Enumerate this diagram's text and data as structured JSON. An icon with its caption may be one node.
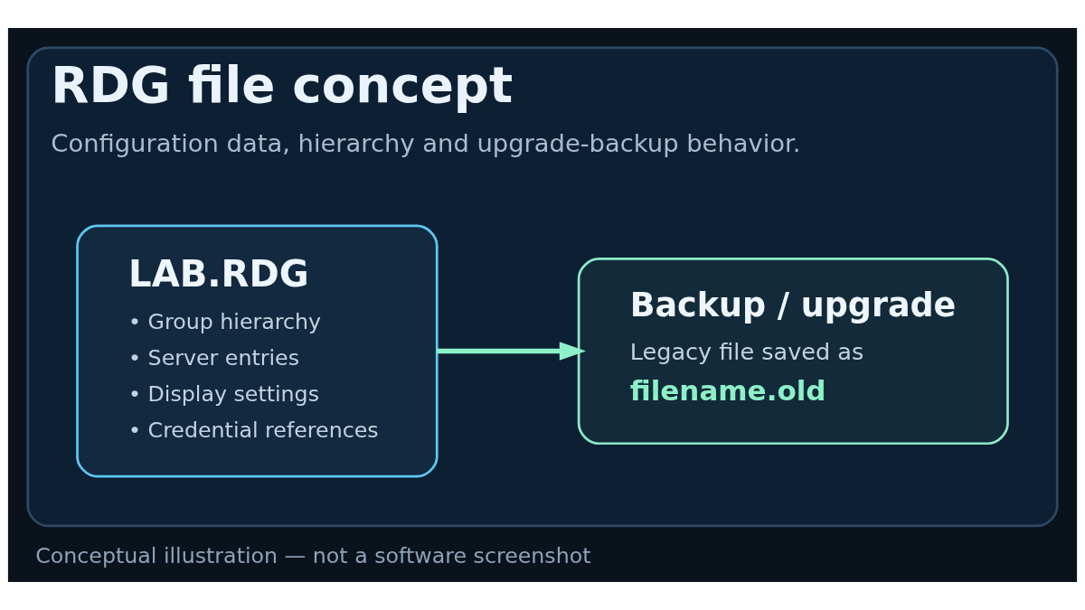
{
  "diagram": {
    "caption": "Conceptual illustration — not a software screenshot",
    "nodes": [
      {
        "text": [
          "RDG file concept",
          "Configuration data, hierarchy and upgrade-backup behavior."
        ]
      },
      {
        "text": [
          "LAB.RDG",
          "• Group hierarchy",
          "• Server entries",
          "• Display settings",
          "• Credential references"
        ],
        "in": 0
      },
      {
        "text": [
          "Backup / upgrade",
          "Legacy file saved as",
          "filename.old"
        ],
        "in": 0
      }
    ],
    "edges": [
      {
        "from": 1,
        "to": 2,
        "arrow": "to",
        "color": "#8ef0c8"
      }
    ]
  }
}
